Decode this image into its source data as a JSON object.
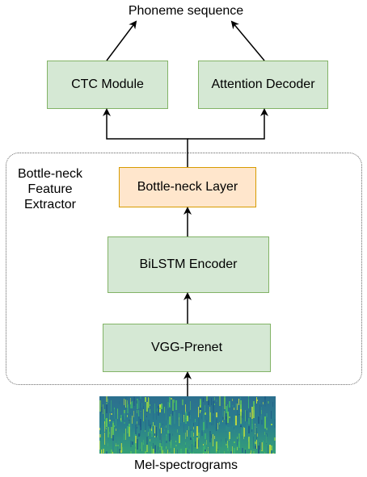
{
  "output_label": "Phoneme sequence",
  "input_label": "Mel-spectrograms",
  "group_label": "Bottle-neck\nFeature\nExtractor",
  "nodes": {
    "ctc": "CTC Module",
    "attention": "Attention Decoder",
    "bottleneck": "Bottle-neck Layer",
    "bilstm": "BiLSTM Encoder",
    "vgg": "VGG-Prenet"
  },
  "colors": {
    "module_fill": "#d5e8d4",
    "module_border": "#82b366",
    "bottleneck_fill": "#ffe6cc",
    "bottleneck_border": "#d79b00",
    "group_border": "#666666"
  }
}
